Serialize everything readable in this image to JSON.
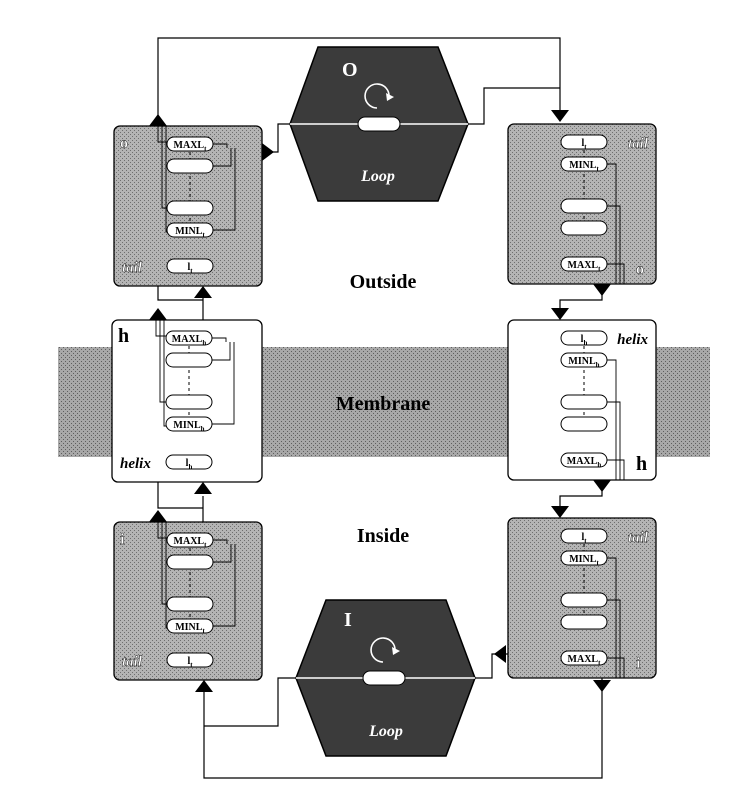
{
  "regions": {
    "outside": "Outside",
    "membrane": "Membrane",
    "inside": "Inside"
  },
  "loops": {
    "outer": {
      "letter": "O",
      "label": "Loop"
    },
    "inner": {
      "letter": "I",
      "label": "Loop"
    }
  },
  "modules": {
    "tail_out_left": {
      "corner_label": "o",
      "name": "tail",
      "slots": [
        "MAXL_t",
        "",
        "",
        "MINL_t",
        "1_t"
      ]
    },
    "tail_out_right": {
      "corner_label": "o",
      "name": "tail",
      "slots": [
        "1_t",
        "MINL_t",
        "",
        "",
        "MAXL_t"
      ]
    },
    "helix_left": {
      "corner_label": "h",
      "name": "helix",
      "slots": [
        "MAXL_h",
        "",
        "",
        "MINL_h",
        "1_h"
      ]
    },
    "helix_right": {
      "corner_label": "h",
      "name": "helix",
      "slots": [
        "1_h",
        "MINL_h",
        "",
        "",
        "MAXL_h"
      ]
    },
    "tail_in_left": {
      "corner_label": "i",
      "name": "tail",
      "slots": [
        "MAXL_t",
        "",
        "",
        "MINL_t",
        "1_t"
      ]
    },
    "tail_in_right": {
      "corner_label": "i",
      "name": "tail",
      "slots": [
        "1_t",
        "MINL_t",
        "",
        "",
        "MAXL_t"
      ]
    }
  },
  "colors": {
    "stipple_panel": "#a9a9a9",
    "stipple_membrane": "#9e9e9e",
    "loop_fill": "#3a3a3a",
    "line": "#000000",
    "white": "#ffffff"
  }
}
